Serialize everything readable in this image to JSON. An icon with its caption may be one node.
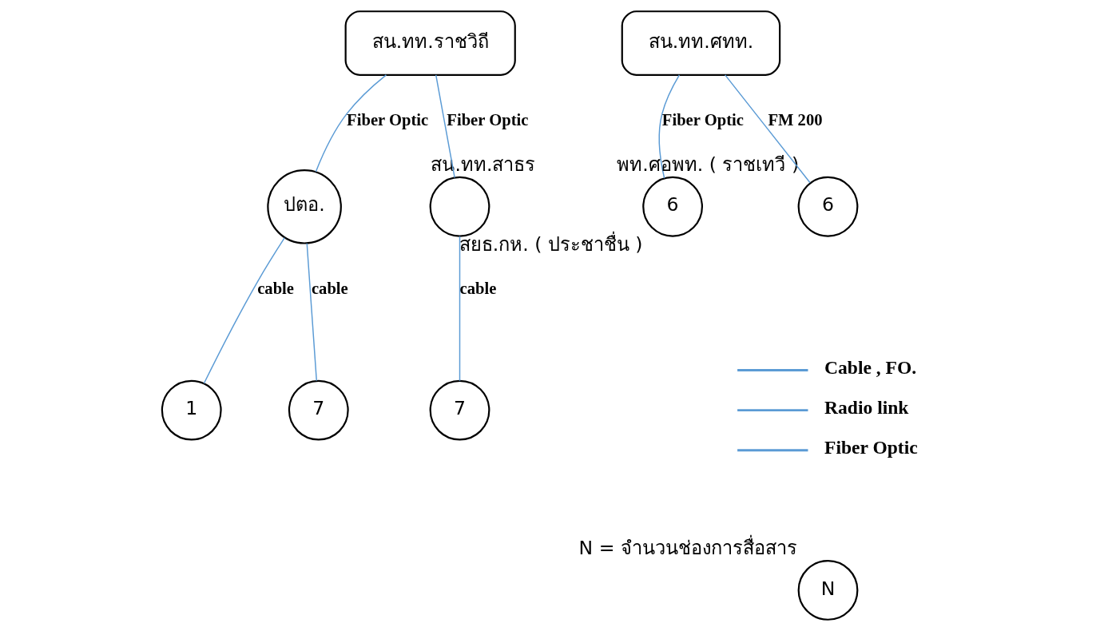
{
  "diagram": {
    "nodes": [
      {
        "text": [
          "สน.ทท.ราชวิถี"
        ]
      },
      {
        "text": [
          "ปตอ."
        ]
      },
      {
        "text": [],
        "shape": "circle",
        "beside": [
          "สน.ทท.สาธร"
        ]
      },
      {
        "text": [
          "1"
        ]
      },
      {
        "text": [
          "7"
        ]
      },
      {
        "text": [
          "7"
        ]
      },
      {
        "text": [
          "สน.ทท.ศทท."
        ]
      },
      {
        "text": [
          "6"
        ],
        "beside": [
          "สยธ.กห. ( ประชาชื่น )"
        ]
      },
      {
        "text": [
          "6"
        ],
        "beside": [
          "พท.ศอพท. ( ราชเทวี )"
        ]
      },
      {
        "text": [
          "N"
        ],
        "beside": [
          "N = จำนวนช่องการสื่อสาร"
        ]
      }
    ],
    "edges": [
      {
        "from": 0,
        "to": 1,
        "arrow": "none",
        "label": "Fiber Optic"
      },
      {
        "from": 0,
        "to": 2,
        "arrow": "none",
        "label": "Fiber Optic"
      },
      {
        "from": 1,
        "to": 3,
        "arrow": "none",
        "label": "cable"
      },
      {
        "from": 1,
        "to": 4,
        "arrow": "none",
        "label": "cable"
      },
      {
        "from": 2,
        "to": 5,
        "arrow": "none",
        "label": "cable"
      },
      {
        "from": 6,
        "to": 7,
        "arrow": "none",
        "label": "Fiber Optic"
      },
      {
        "from": 6,
        "to": 8,
        "arrow": "none",
        "label": "FM 200"
      }
    ],
    "legend": [
      {
        "text": "Cable , FO."
      },
      {
        "text": "Radio link"
      },
      {
        "text": "Fiber Optic"
      }
    ]
  }
}
